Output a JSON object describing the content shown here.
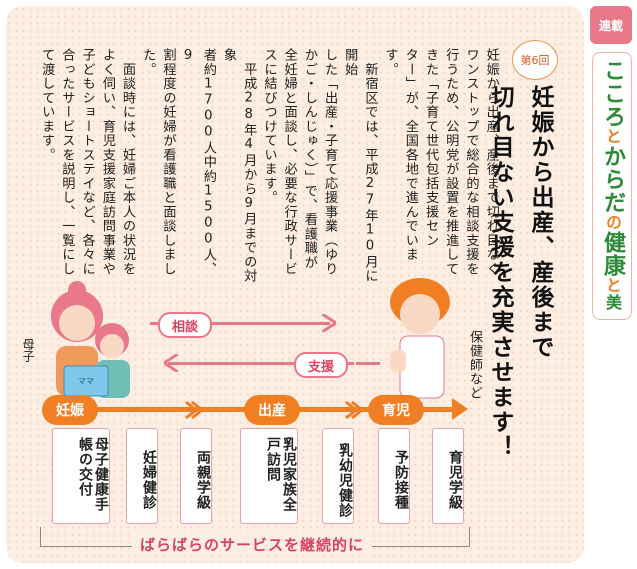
{
  "series_label": "連載",
  "column_title": [
    "こころ",
    "と",
    "からだ",
    "の",
    "健康",
    "と",
    "美"
  ],
  "column_title_colors": [
    "#2e8b3a",
    "#ef7f22",
    "#2e8b3a",
    "#ef7f22",
    "#2e8b3a",
    "#ef7f22",
    "#2e8b3a"
  ],
  "episode": "第6回",
  "headline_lines": [
    "妊娠から出産、産後まで",
    "切れ目ない支援を充実させます！"
  ],
  "body_columns": [
    "妊娠から出産、産後まで切れ目なく",
    "ワンストップで総合的な相談支援を",
    "行うため、公明党が設置を推進して",
    "きた「子育て世代包括支援セン",
    "ター」が、全国各地で進んでいま",
    "す。",
    "　新宿区では、平成27年10月に開始",
    "した「出産・子育て応援事業（ゆり",
    "かご・しんじゅく）」で、看護職が",
    "全妊婦と面談し、必要な行政サービ",
    "スに結びつけています。",
    "　平成28年4月から9月までの対象",
    "者約1700人中約1500人、9",
    "割程度の妊婦が看護職と面談しまし",
    "た。",
    "　面談時には、妊婦ご本人の状況を",
    "よく伺い、育児支援家庭訪問事業や",
    "子どもショートステイなど、各々に",
    "合ったサービスを説明し、一覧にし",
    "て渡しています。"
  ],
  "diagram": {
    "label_parent": "母子",
    "label_nurse": "保健師など",
    "book_text": "ママ",
    "consult_label": "相談",
    "support_label": "支援",
    "stages": [
      "妊娠",
      "出産",
      "育児"
    ],
    "cards": [
      "母子健康手帳の交付",
      "妊婦健診",
      "両親学級",
      "乳児家族全戸訪問",
      "乳幼児健診",
      "予防接種",
      "育児学級"
    ],
    "bracket_label": "ばらばらのサービスを継続的に"
  },
  "colors": {
    "accent_pink": "#e8788a",
    "accent_orange": "#ef7f22",
    "title_green": "#2e8b3a",
    "text_red": "#d94462"
  }
}
